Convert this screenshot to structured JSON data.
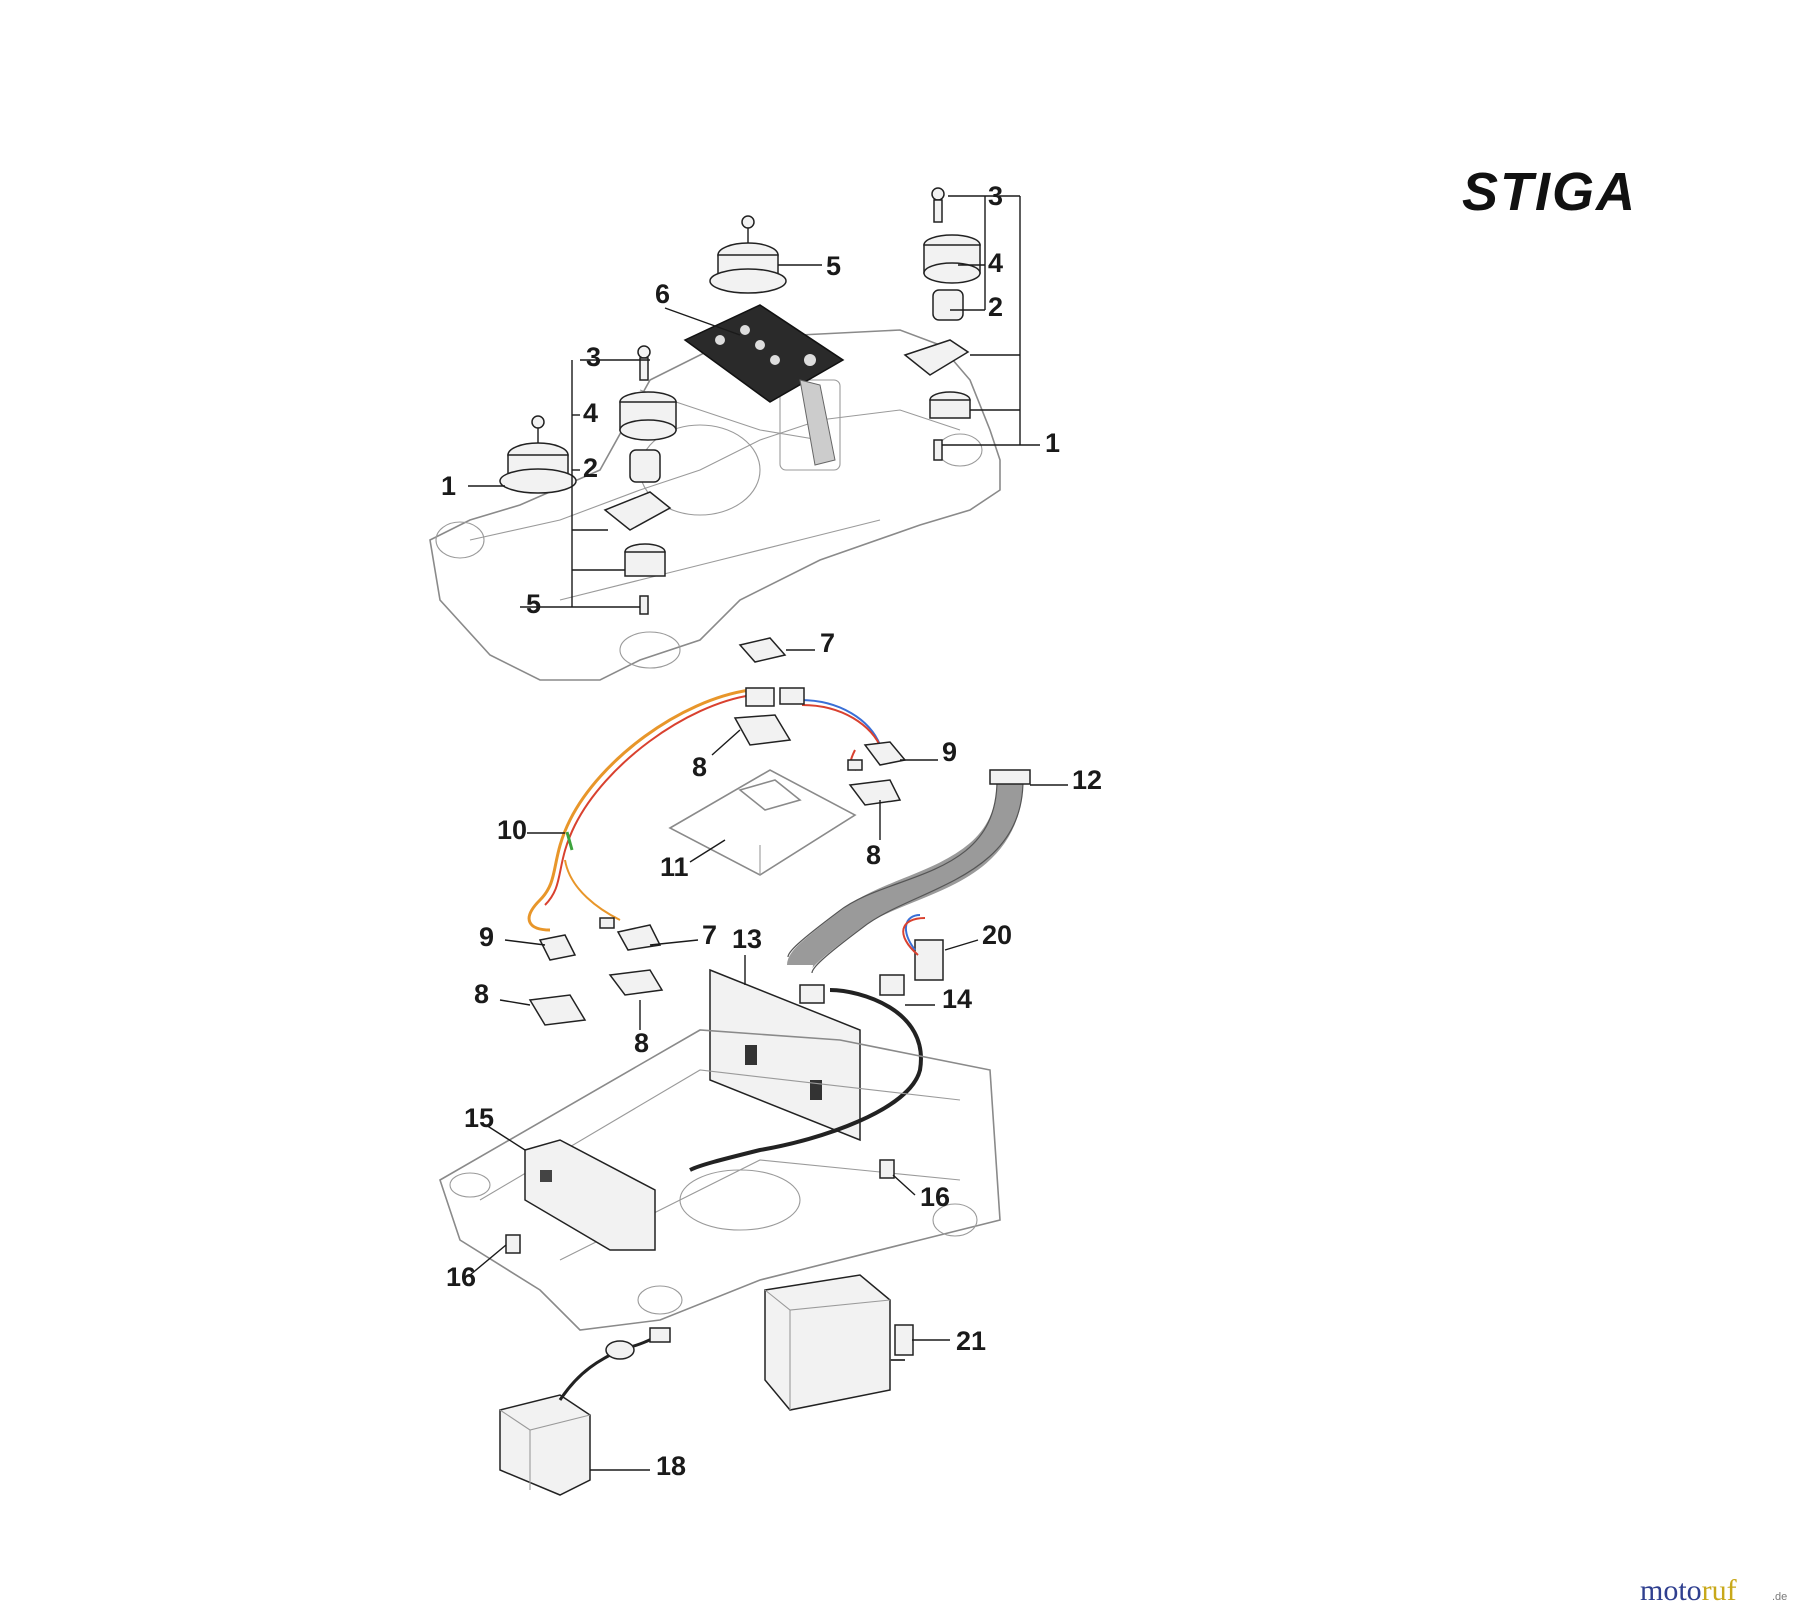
{
  "brand": {
    "logo_text": "STIGA"
  },
  "watermark": {
    "text_a": "moto",
    "text_b": "ruf",
    "suffix": ".de",
    "color_a": "#2f3f8f",
    "color_b": "#c8a81a"
  },
  "callouts": {
    "top_right": [
      "3",
      "4",
      "2",
      "1"
    ],
    "top_center": [
      "5",
      "6"
    ],
    "top_left": [
      "3",
      "4",
      "2",
      "1",
      "5"
    ],
    "middle": [
      "7",
      "8",
      "9",
      "12",
      "10",
      "11",
      "8",
      "9",
      "7",
      "13",
      "20",
      "8",
      "8",
      "14"
    ],
    "bottom": [
      "15",
      "16",
      "16",
      "21",
      "18"
    ]
  },
  "colors": {
    "wire_orange": "#e8962a",
    "wire_red": "#d9412f",
    "wire_green": "#3da33d",
    "wire_blue": "#3a6fd6",
    "ribbon": "#9a9a9a"
  }
}
